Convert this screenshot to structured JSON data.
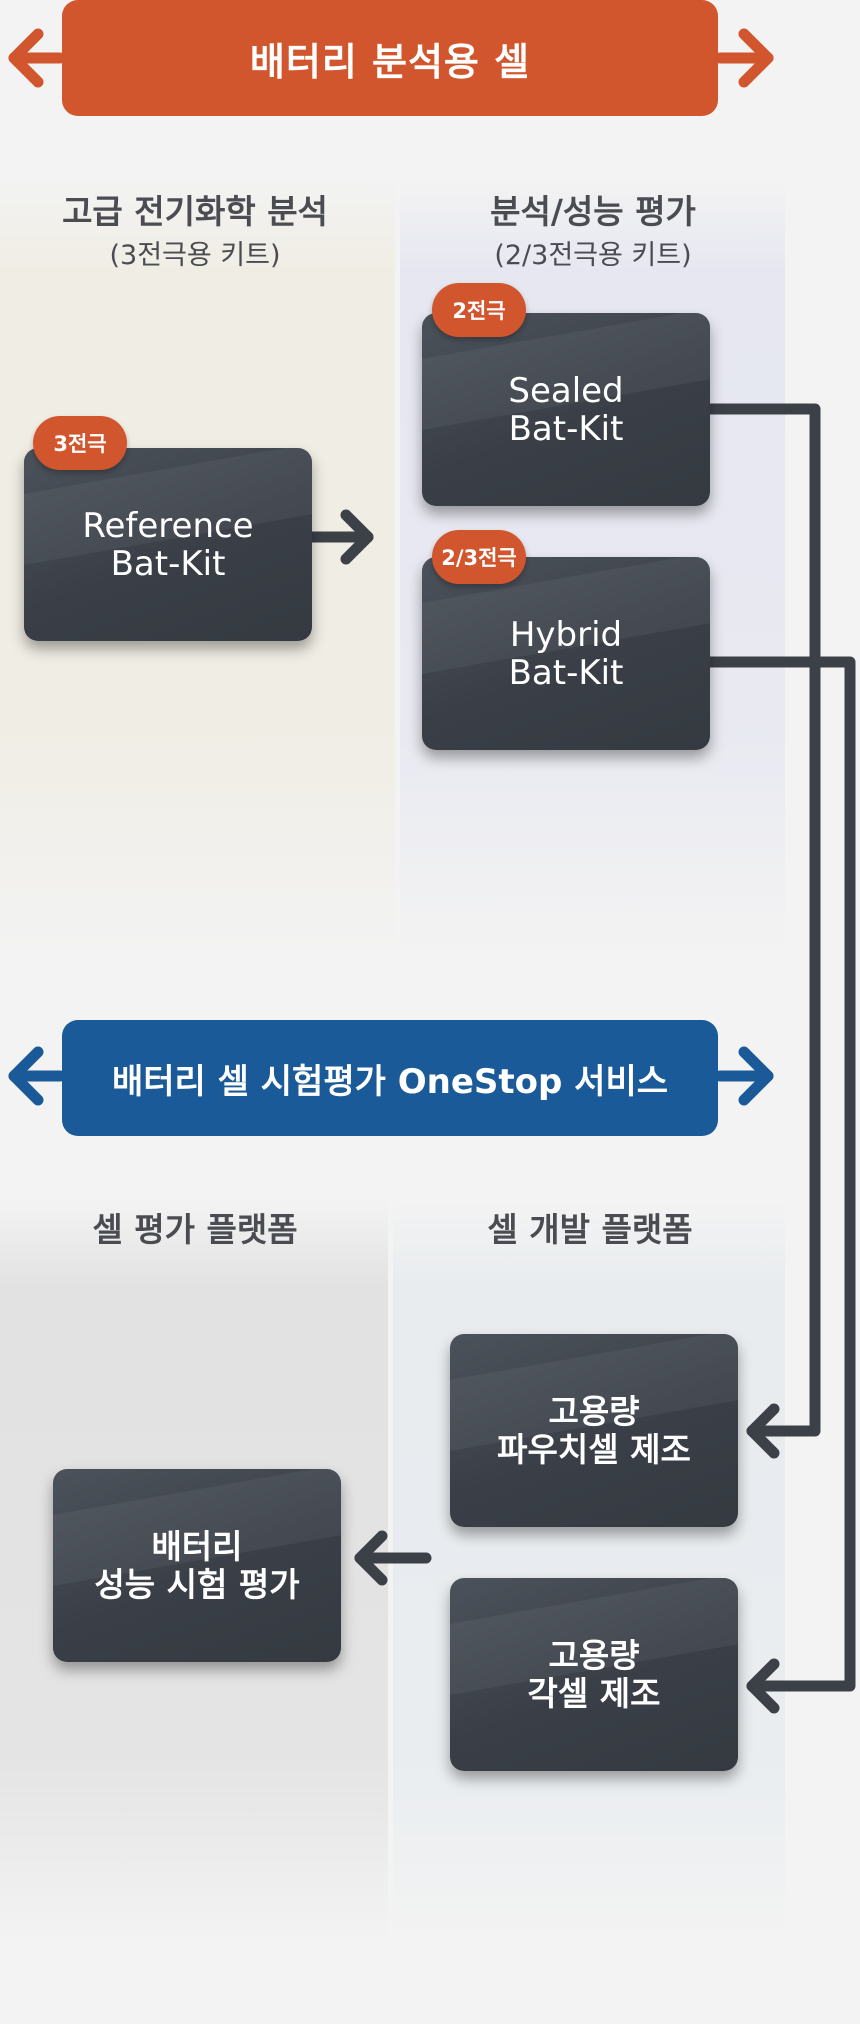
{
  "banners": {
    "top": "배터리 분석용 셀",
    "middle": "배터리 셀 시험평가 OneStop 서비스"
  },
  "columns": {
    "advanced": {
      "title": "고급 전기화학 분석",
      "subtitle": "(3전극용 키트)"
    },
    "performance": {
      "title": "분석/성능 평가",
      "subtitle": "(2/3전극용 키트)"
    },
    "evaluation_platform": {
      "title": "셀 평가 플랫폼"
    },
    "development_platform": {
      "title": "셀 개발 플랫폼"
    }
  },
  "cards": {
    "reference": {
      "label": "Reference\nBat-Kit",
      "badge": "3전극"
    },
    "sealed": {
      "label": "Sealed\nBat-Kit",
      "badge": "2전극"
    },
    "hybrid": {
      "label": "Hybrid\nBat-Kit",
      "badge": "2/3전극"
    },
    "pouch": {
      "label": "고용량\n파우치셀 제조"
    },
    "prismatic": {
      "label": "고용량\n각셀 제조"
    },
    "battery_test": {
      "label": "배터리\n성능 시험 평가"
    }
  },
  "colors": {
    "orange_accent": "#d2562d",
    "blue_accent": "#1b5a99",
    "card_dark": "#3a3f47",
    "connector": "#3c4148",
    "heading_text": "#4a4c52"
  }
}
